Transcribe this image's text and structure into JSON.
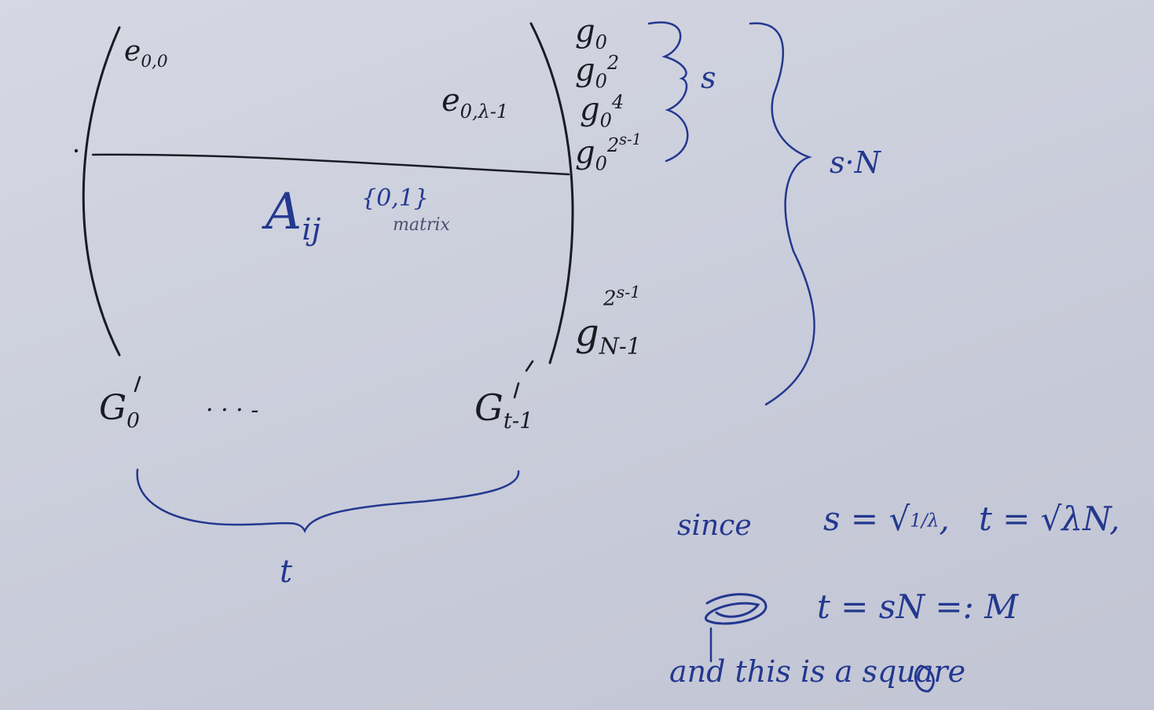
{
  "matrix": {
    "top_left_entry": "e",
    "top_left_sub": "0,0",
    "top_right_entry": "e",
    "top_right_sub": "0,λ-1",
    "block_entry": "A",
    "block_sub": "ij",
    "block_note": "{0,1}",
    "block_note_caption": "matrix"
  },
  "column_labels": {
    "first": "G",
    "first_sub": "0",
    "first_prime": "′",
    "dots": "· · · -",
    "last": "G",
    "last_sub": "t-1",
    "last_prime": "′",
    "brace_label": "t"
  },
  "row_labels": {
    "g1": "g",
    "g1_sub": "0",
    "g2": "g",
    "g2_sub": "0",
    "g2_sup": "2",
    "g3": "g",
    "g3_sub": "0",
    "g3_sup": "4",
    "g4": "g",
    "g4_sub": "0",
    "g4_sup": "2",
    "g4_sup2": "s-1",
    "g5": "g",
    "g5_sub": "N-1",
    "g5_sup": "2",
    "g5_sup2": "s-1",
    "small_brace": "s",
    "big_brace": "s·N"
  },
  "notes": {
    "line1_word": "since",
    "line1_s": "s = √",
    "line1_s_frac": "1/λ",
    "line1_t": "t = √λN",
    "line2": "t = sN =: M",
    "line3": "and this is a square"
  }
}
